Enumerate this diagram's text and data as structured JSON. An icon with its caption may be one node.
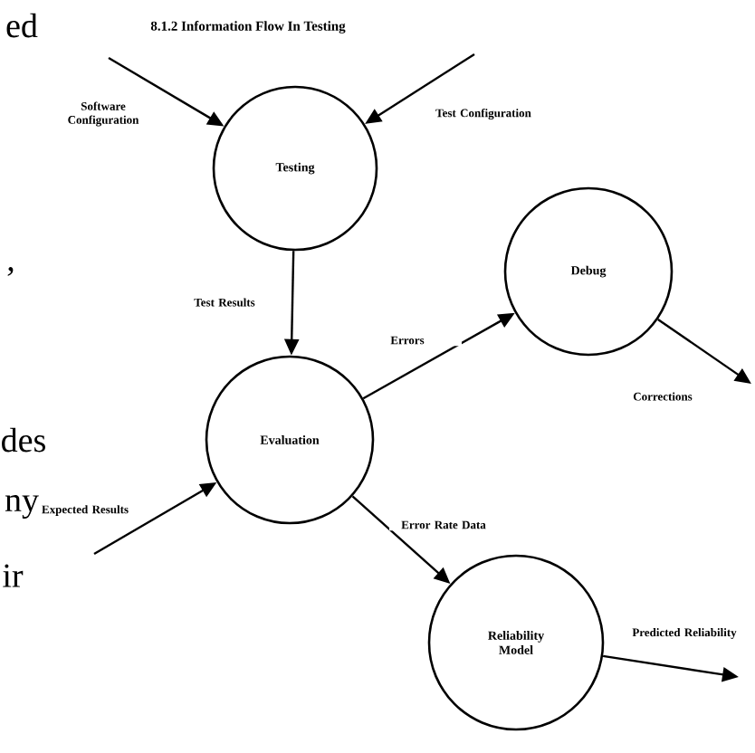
{
  "diagram": {
    "title": "8.1.2 Information Flow In Testing",
    "nodes": [
      {
        "text": [
          "Testing"
        ]
      },
      {
        "text": [
          "Debug"
        ]
      },
      {
        "text": [
          "Evaluation"
        ]
      },
      {
        "text": [
          "Reliability Model"
        ]
      }
    ],
    "edges": [
      {
        "from": null,
        "to": 0,
        "arrow": "to",
        "label": "Software Configuration"
      },
      {
        "from": null,
        "to": 0,
        "arrow": "to",
        "label": "Test Configuration"
      },
      {
        "from": 0,
        "to": 2,
        "arrow": "to",
        "label": "Test Results"
      },
      {
        "from": 2,
        "to": 1,
        "arrow": "to",
        "label": "Errors"
      },
      {
        "from": 1,
        "to": null,
        "arrow": "to",
        "label": "Corrections"
      },
      {
        "from": null,
        "to": 2,
        "arrow": "to",
        "label": "Expected Results"
      },
      {
        "from": 2,
        "to": 3,
        "arrow": "to",
        "label": "Error Rate Data"
      },
      {
        "from": 3,
        "to": null,
        "arrow": "to",
        "label": "Predicted Reliability"
      }
    ],
    "labels": [
      "ed",
      ",",
      "des",
      "ny",
      "ir"
    ]
  }
}
